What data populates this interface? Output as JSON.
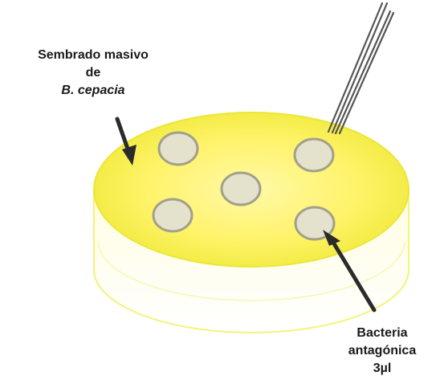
{
  "inoculum_label": {
    "line1": "Sembrado masivo",
    "line2": "de",
    "line3": "B. cepacia"
  },
  "antagonist_label": {
    "line1": "Bacteria",
    "line2": "antagónica",
    "line3": "3µl"
  },
  "colors": {
    "agar_center": "#ffff80",
    "agar_edge": "#f2ef3a",
    "dish_wall": "#f5f27a",
    "well_fill": "#e4e1cc",
    "well_stroke": "#a3a089",
    "arrow": "#2b2b2b",
    "pipette": "#555555"
  }
}
